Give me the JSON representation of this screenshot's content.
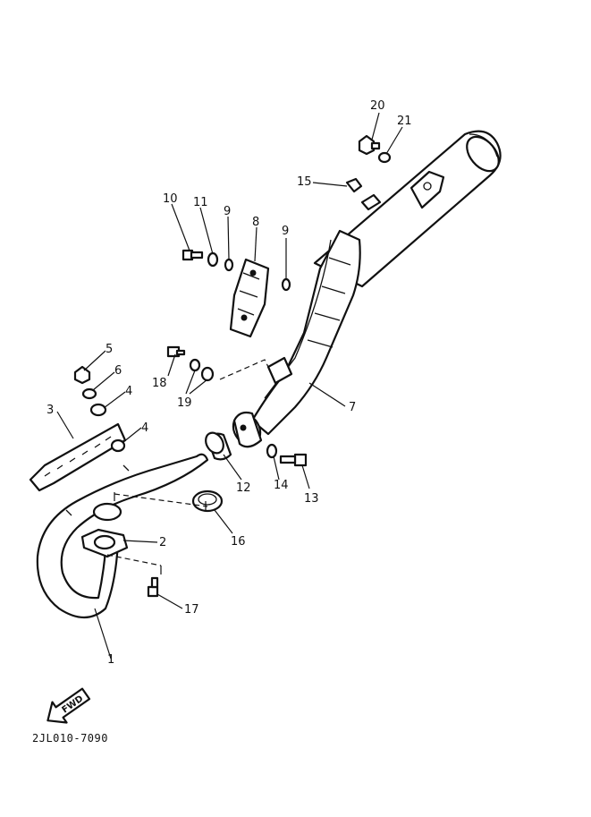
{
  "callouts": [
    {
      "id": "c1",
      "text": "1"
    },
    {
      "id": "c2",
      "text": "2"
    },
    {
      "id": "c3",
      "text": "3"
    },
    {
      "id": "c4a",
      "text": "4"
    },
    {
      "id": "c4b",
      "text": "4"
    },
    {
      "id": "c5",
      "text": "5"
    },
    {
      "id": "c6",
      "text": "6"
    },
    {
      "id": "c7",
      "text": "7"
    },
    {
      "id": "c8",
      "text": "8"
    },
    {
      "id": "c9a",
      "text": "9"
    },
    {
      "id": "c9b",
      "text": "9"
    },
    {
      "id": "c10",
      "text": "10"
    },
    {
      "id": "c11",
      "text": "11"
    },
    {
      "id": "c12",
      "text": "12"
    },
    {
      "id": "c13",
      "text": "13"
    },
    {
      "id": "c14",
      "text": "14"
    },
    {
      "id": "c15",
      "text": "15"
    },
    {
      "id": "c16",
      "text": "16"
    },
    {
      "id": "c17",
      "text": "17"
    },
    {
      "id": "c18",
      "text": "18"
    },
    {
      "id": "c19",
      "text": "19"
    },
    {
      "id": "c20",
      "text": "20"
    },
    {
      "id": "c21",
      "text": "21"
    }
  ],
  "fwd_label": "FWD",
  "diagram_code": "2JL010-7090"
}
